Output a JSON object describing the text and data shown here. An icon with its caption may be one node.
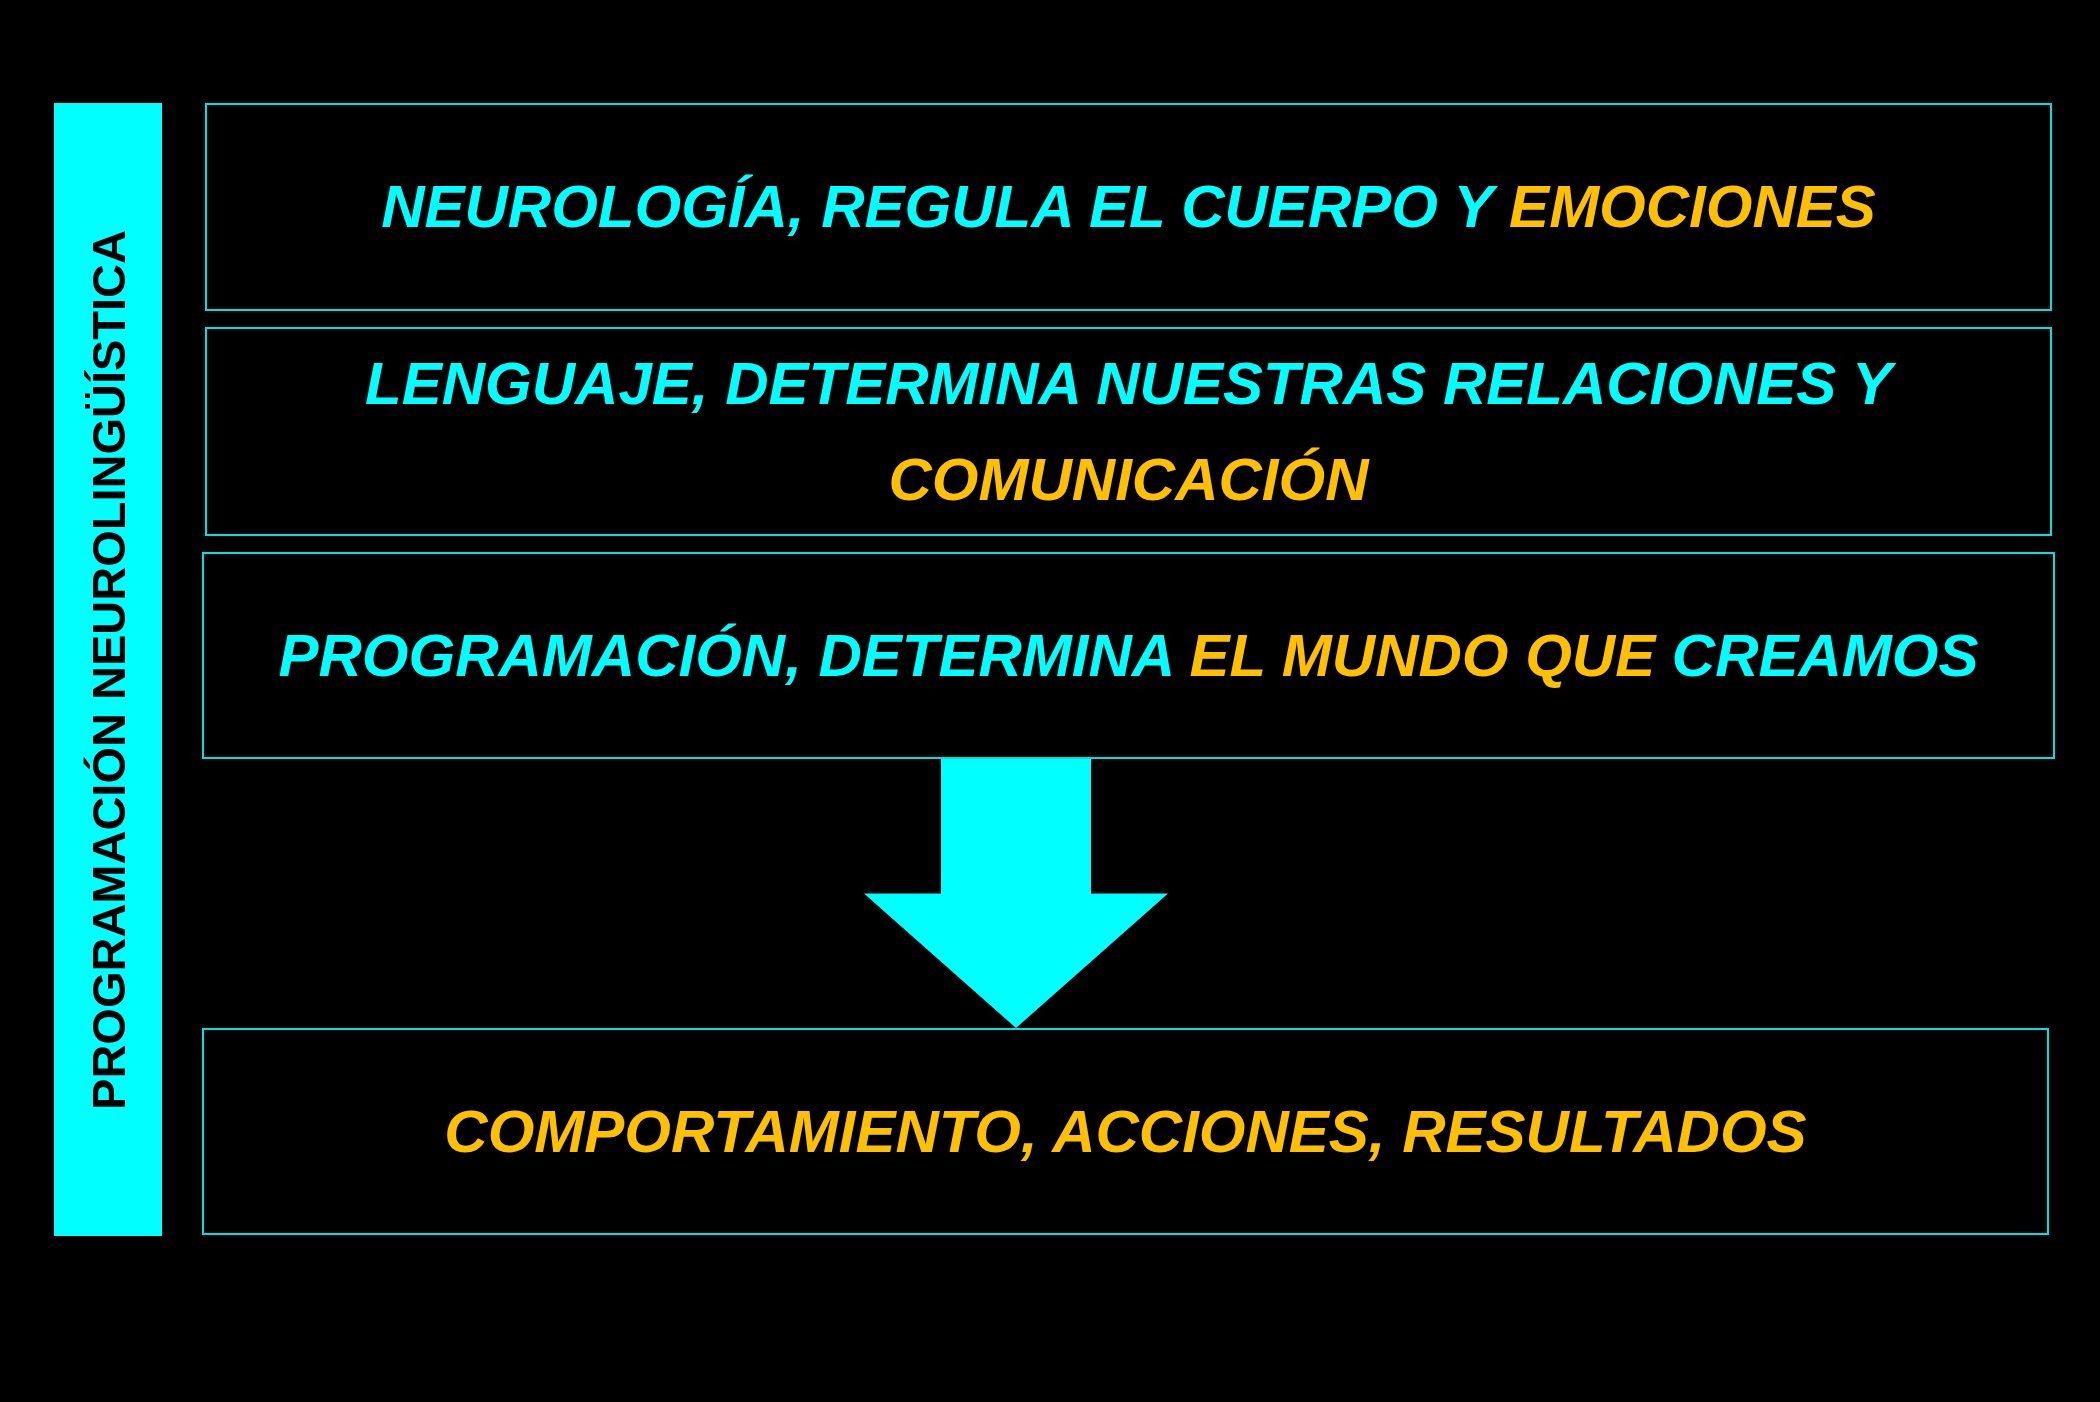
{
  "diagram": {
    "nodes": [
      {
        "text": [
          "PROGRAMACIÓN NEUROLINGÜÍSTICA"
        ]
      },
      {
        "text": [
          "NEUROLOGÍA, REGULA EL CUERPO Y **EMOCIONES**"
        ]
      },
      {
        "text": [
          "LENGUAJE, DETERMINA NUESTRAS RELACIONES Y **COMUNICACIÓN**"
        ]
      },
      {
        "text": [
          "PROGRAMACIÓN, DETERMINA **EL MUNDO QUE** CREAMOS"
        ]
      },
      {
        "text": [
          "COMPORTAMIENTO, ACCIONES, RESULTADOS"
        ]
      }
    ],
    "edges": [
      {
        "from": 3,
        "to": 4,
        "arrow": "to"
      }
    ]
  }
}
